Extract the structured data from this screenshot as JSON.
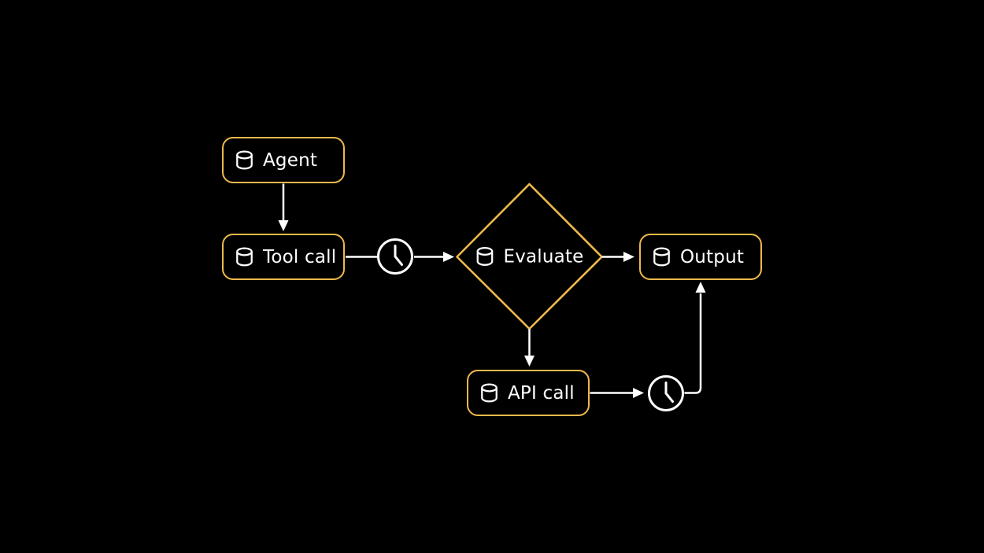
{
  "diagram": {
    "name": "agent-evaluation-flowchart",
    "colors": {
      "background": "#000000",
      "node_border": "#EEB94D",
      "connector": "#FFFFFF",
      "text": "#FFFFFF"
    },
    "nodes": {
      "agent": {
        "label": "Agent",
        "shape": "rounded-rectangle",
        "icon": "database-icon"
      },
      "tool_call": {
        "label": "Tool call",
        "shape": "rounded-rectangle",
        "icon": "database-icon"
      },
      "evaluate": {
        "label": "Evaluate",
        "shape": "diamond",
        "icon": "database-icon"
      },
      "api_call": {
        "label": "API call",
        "shape": "rounded-rectangle",
        "icon": "database-icon"
      },
      "output": {
        "label": "Output",
        "shape": "rounded-rectangle",
        "icon": "database-icon"
      }
    },
    "timers": [
      {
        "icon": "clock-icon",
        "between": [
          "tool_call",
          "evaluate"
        ]
      },
      {
        "icon": "clock-icon",
        "between": [
          "api_call",
          "output"
        ]
      }
    ],
    "edges": [
      {
        "from": "agent",
        "to": "tool_call",
        "arrowhead": true
      },
      {
        "from": "tool_call",
        "to": "clock-1",
        "arrowhead": false
      },
      {
        "from": "clock-1",
        "to": "evaluate",
        "arrowhead": true
      },
      {
        "from": "evaluate",
        "to": "output",
        "arrowhead": true
      },
      {
        "from": "evaluate",
        "to": "api_call",
        "arrowhead": true
      },
      {
        "from": "api_call",
        "to": "clock-2",
        "arrowhead": true
      },
      {
        "from": "clock-2",
        "to": "output",
        "arrowhead": true,
        "route": "elbow-up"
      }
    ]
  }
}
